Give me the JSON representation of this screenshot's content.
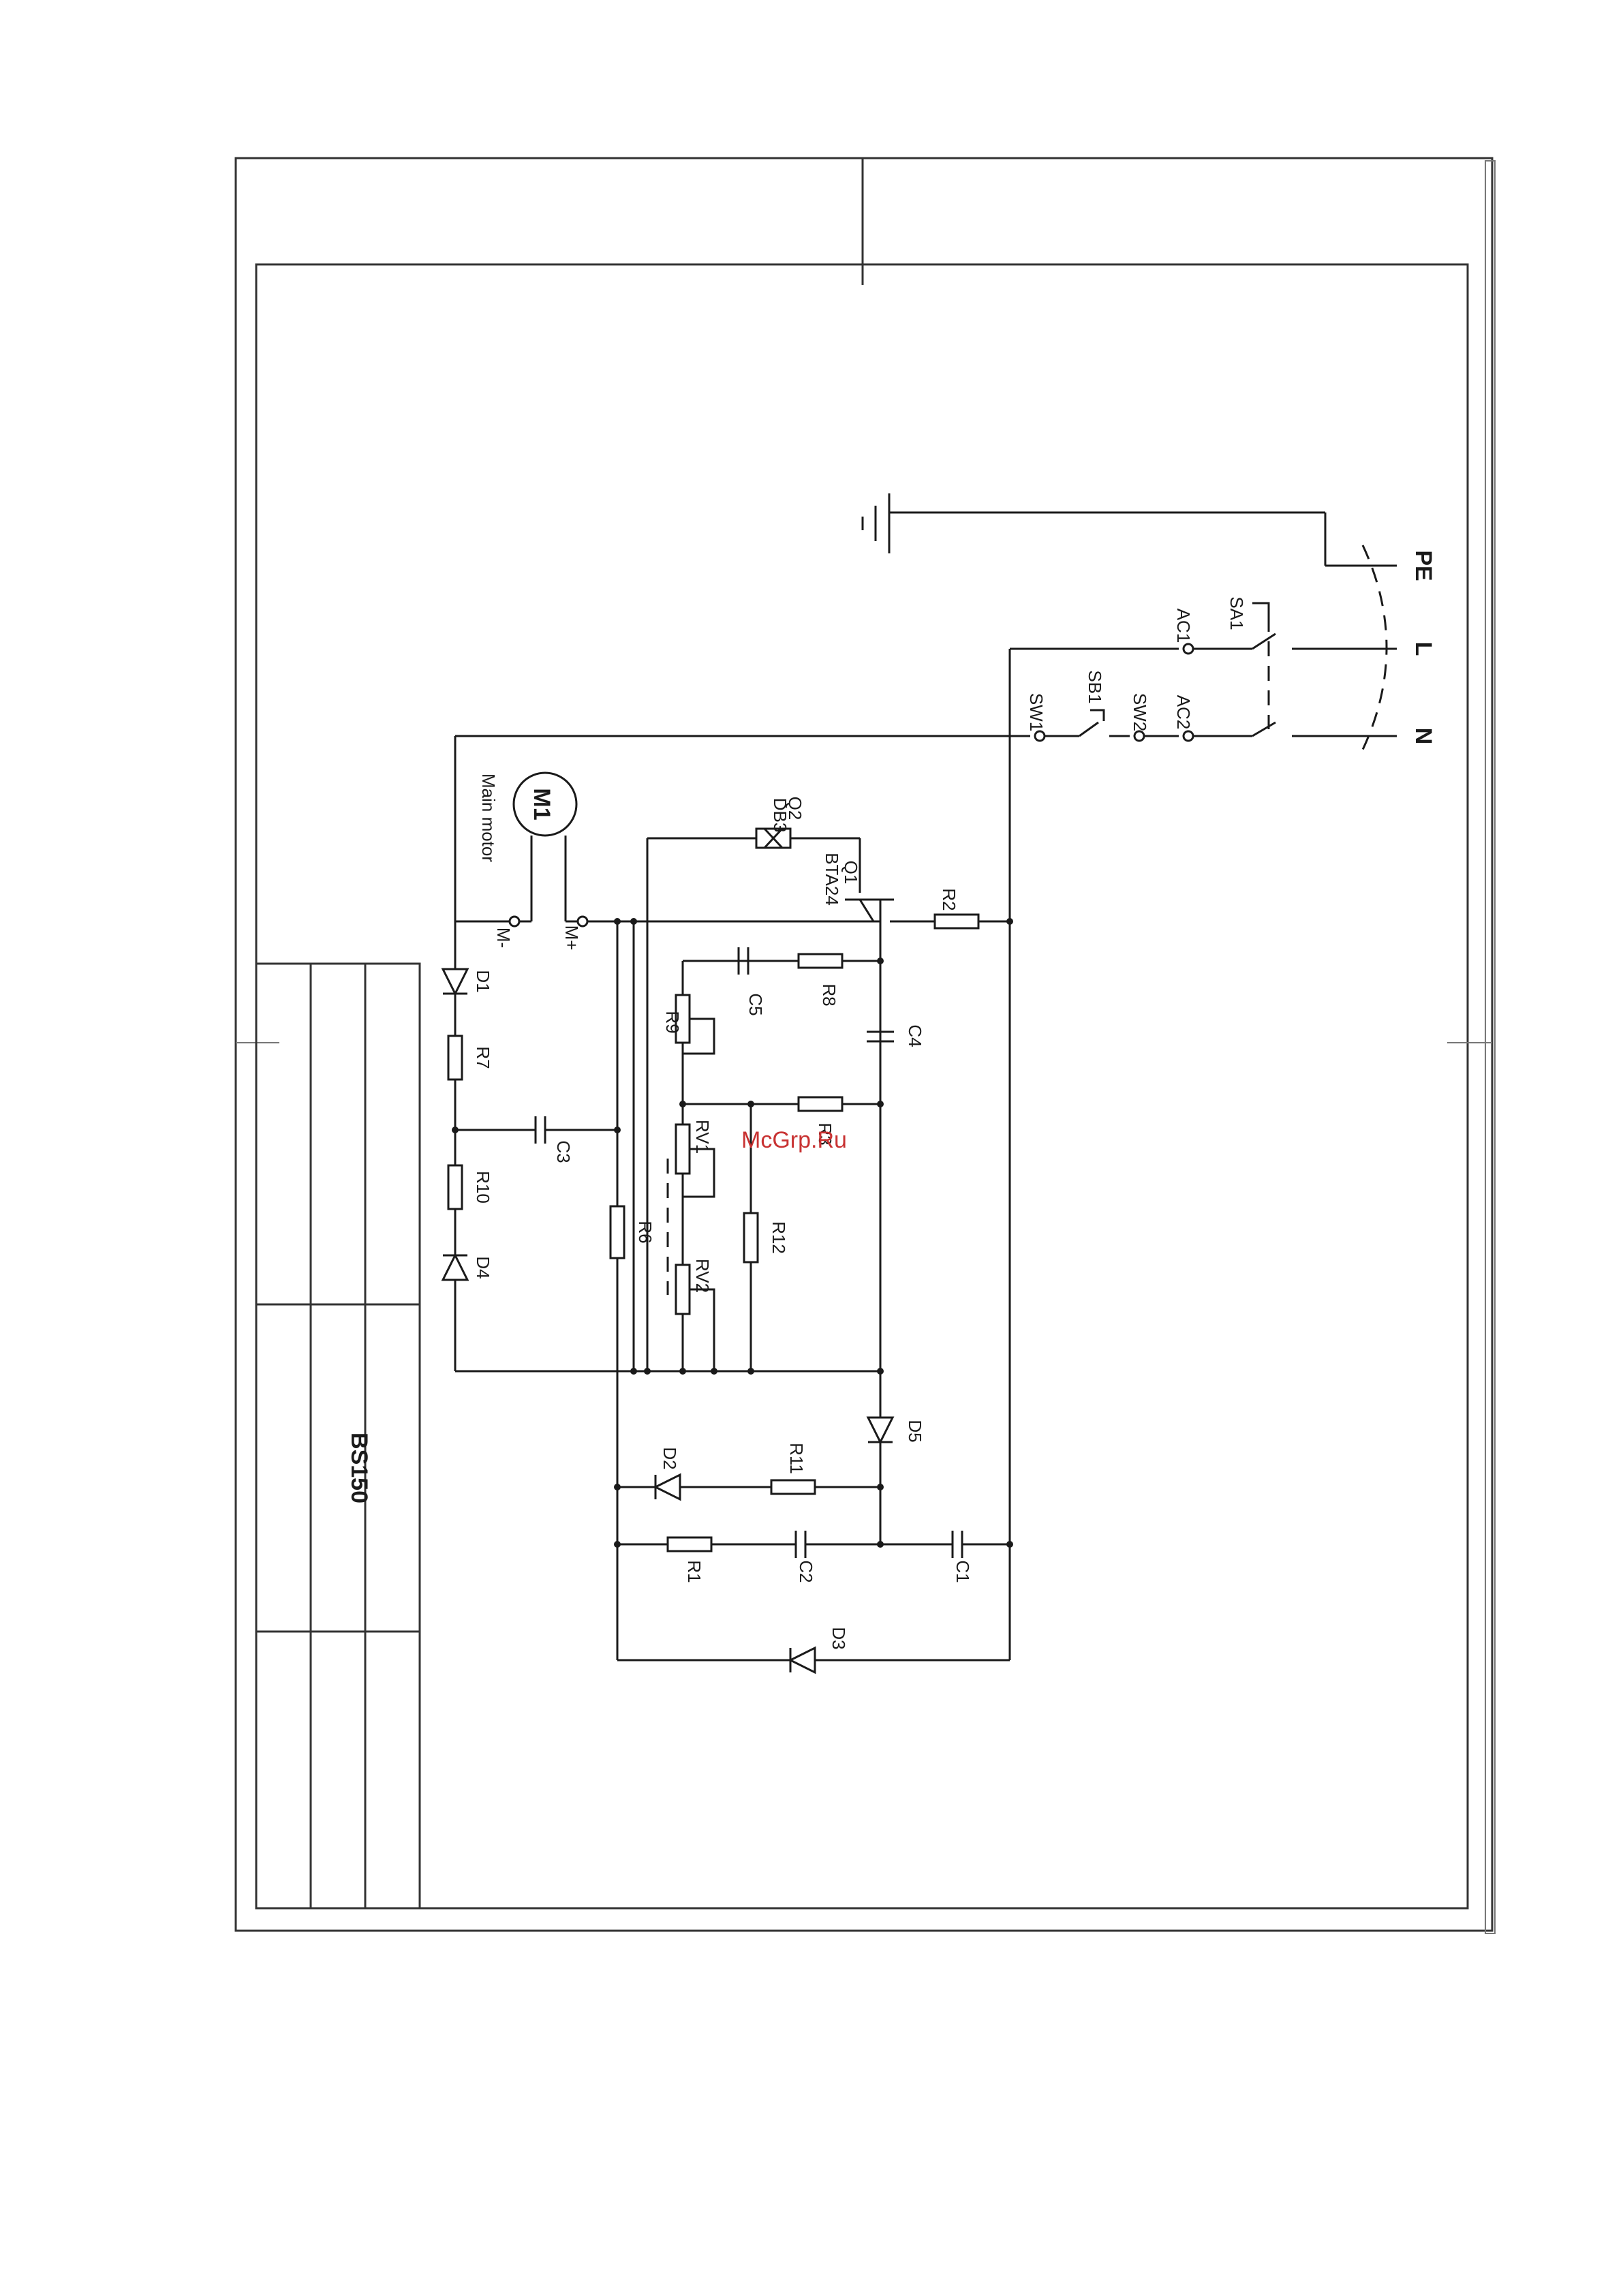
{
  "title_block": {
    "model": "BS150"
  },
  "watermark": {
    "text": "McGrp.Ru",
    "color": "#c83232"
  },
  "terminals": {
    "pe": "PE",
    "l": "L",
    "n": "N"
  },
  "labels": {
    "sa1": "SA1",
    "ac1": "AC1",
    "ac2": "AC2",
    "sb1": "SB1",
    "sw1": "SW1",
    "sw2": "SW2",
    "m1": "M1",
    "main_motor": "Main motor",
    "m_minus": "M-",
    "m_plus": "M+",
    "q1": "Q1",
    "bta24": "BTA24",
    "q2": "Q2",
    "q2_sub": "DB3",
    "r1": "R1",
    "r2": "R2",
    "r3": "R3",
    "r6": "R6",
    "r7": "R7",
    "r8": "R8",
    "r9": "R9",
    "r10": "R10",
    "r11": "R11",
    "r12": "R12",
    "rv1": "RV1",
    "rv2": "RV2",
    "c1": "C1",
    "c2": "C2",
    "c3": "C3",
    "c4": "C4",
    "c5": "C5",
    "d1": "D1",
    "d2": "D2",
    "d3": "D3",
    "d4": "D4",
    "d5": "D5"
  }
}
